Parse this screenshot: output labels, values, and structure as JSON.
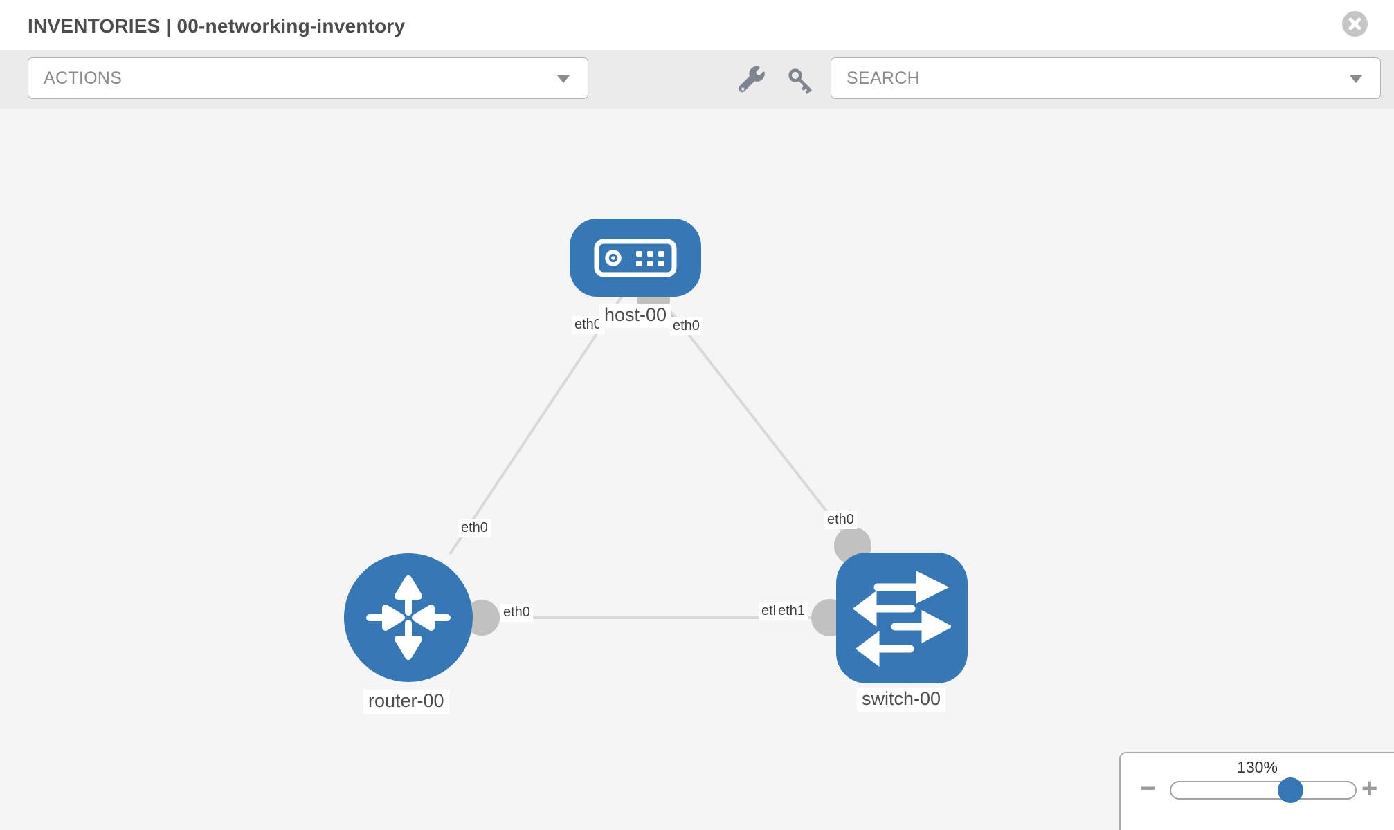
{
  "header": {
    "title": "INVENTORIES | 00-networking-inventory"
  },
  "toolbar": {
    "actions_label": "ACTIONS",
    "search_label": "SEARCH",
    "icons": {
      "wrench": "wrench-icon",
      "key": "key-icon",
      "caret": "caret-down-icon",
      "close": "close-icon"
    }
  },
  "topology": {
    "nodes": [
      {
        "id": "host-00",
        "label": "host-00",
        "type": "host"
      },
      {
        "id": "router-00",
        "label": "router-00",
        "type": "router"
      },
      {
        "id": "switch-00",
        "label": "switch-00",
        "type": "switch"
      }
    ],
    "links": [
      {
        "from": "host-00",
        "to": "router-00",
        "from_interface": "eth0",
        "to_interface": "eth0"
      },
      {
        "from": "host-00",
        "to": "switch-00",
        "from_interface": "eth0",
        "to_interface": "eth0"
      },
      {
        "from": "router-00",
        "to": "switch-00",
        "from_interface": "eth0",
        "to_interface": "eth1"
      }
    ],
    "interface_labels": {
      "host_router_near_host": "eth0",
      "host_router_near_router": "eth0",
      "host_switch_near_host": "eth0",
      "host_switch_near_switch": "eth0",
      "router_switch_near_router": "eth0",
      "router_switch_near_switch_behind": "eth0",
      "router_switch_near_switch_front": "eth1"
    }
  },
  "zoom_control": {
    "percent": "130%",
    "value": 130,
    "minus": "−",
    "plus": "+"
  },
  "colors": {
    "node_blue": "#3578b5",
    "link_gray": "#d9d9d9",
    "bubble_gray": "#c1c1c1",
    "canvas_bg": "#f5f5f5",
    "toolbar_bg": "#ebebeb"
  }
}
